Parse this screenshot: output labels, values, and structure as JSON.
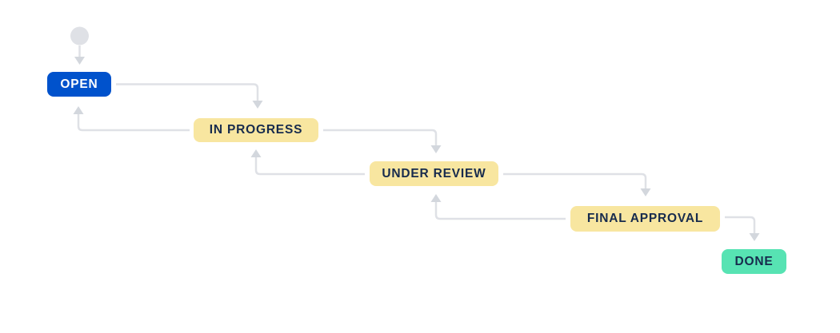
{
  "diagram": {
    "colors": {
      "background": "#ffffff",
      "connector": "#dfe1e6",
      "arrowhead": "#d3d7dd",
      "start_node": "#dfe1e6"
    },
    "start_node": {
      "name": "start"
    },
    "statuses": [
      {
        "label": "OPEN",
        "bg": "#0052cc",
        "text": "#ffffff"
      },
      {
        "label": "IN PROGRESS",
        "bg": "#f8e6a0",
        "text": "#172b4d"
      },
      {
        "label": "UNDER REVIEW",
        "bg": "#f8e6a0",
        "text": "#172b4d"
      },
      {
        "label": "FINAL APPROVAL",
        "bg": "#f8e6a0",
        "text": "#172b4d"
      },
      {
        "label": "DONE",
        "bg": "#57e3b3",
        "text": "#172b4d"
      }
    ],
    "transitions": [
      {
        "from": "start",
        "to": "OPEN"
      },
      {
        "from": "OPEN",
        "to": "IN PROGRESS"
      },
      {
        "from": "IN PROGRESS",
        "to": "OPEN"
      },
      {
        "from": "IN PROGRESS",
        "to": "UNDER REVIEW"
      },
      {
        "from": "UNDER REVIEW",
        "to": "IN PROGRESS"
      },
      {
        "from": "UNDER REVIEW",
        "to": "FINAL APPROVAL"
      },
      {
        "from": "FINAL APPROVAL",
        "to": "UNDER REVIEW"
      },
      {
        "from": "FINAL APPROVAL",
        "to": "DONE"
      }
    ]
  }
}
